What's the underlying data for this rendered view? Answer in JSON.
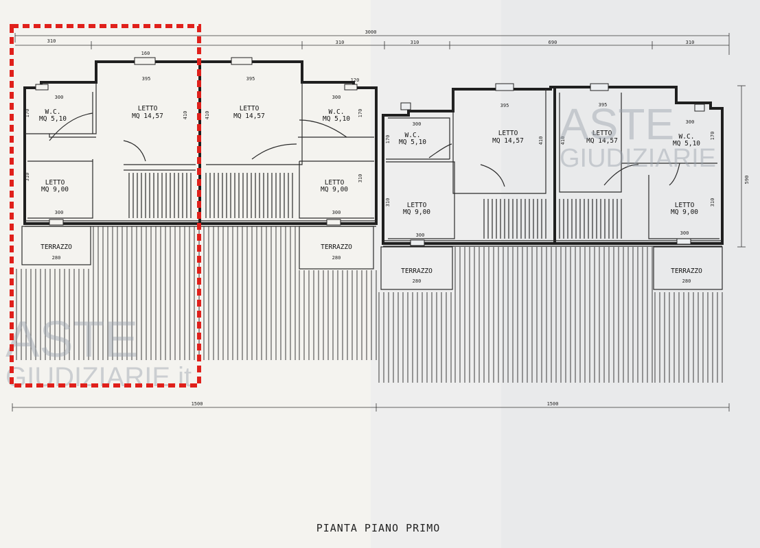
{
  "drawing": {
    "title": "PIANTA PIANO PRIMO",
    "overall_dims": {
      "top_total": "3000",
      "bottom_left": "1500",
      "bottom_right": "1500",
      "right_depth": "590"
    },
    "top_segments": [
      "310",
      "310",
      "310",
      "690",
      "310"
    ],
    "units": [
      {
        "bedroom_large": {
          "name": "LETTO",
          "area": "MQ 14,57",
          "width": "395",
          "depth": "410"
        },
        "wc": {
          "name": "W.C.",
          "area": "MQ 5,10",
          "width": "300",
          "depth": "170"
        },
        "bedroom_small": {
          "name": "LETTO",
          "area": "MQ 9,00",
          "width": "300",
          "depth": "310"
        },
        "terrace": {
          "name": "TERRAZZO",
          "width": "280"
        }
      },
      {
        "bedroom_large": {
          "name": "LETTO",
          "area": "MQ 14,57",
          "width": "395",
          "depth": "410"
        },
        "wc": {
          "name": "W.C.",
          "area": "MQ 5,10",
          "width": "300",
          "depth": "170"
        },
        "bedroom_small": {
          "name": "LETTO",
          "area": "MQ 9,00",
          "width": "300",
          "depth": "310"
        },
        "terrace": {
          "name": "TERRAZZO",
          "width": "280"
        }
      },
      {
        "bedroom_large": {
          "name": "LETTO",
          "area": "MQ 14,57",
          "width": "395",
          "depth": "410"
        },
        "wc": {
          "name": "W.C.",
          "area": "MQ 5,10",
          "width": "300",
          "depth": "170"
        },
        "bedroom_small": {
          "name": "LETTO",
          "area": "MQ 9,00",
          "width": "300",
          "depth": "310"
        },
        "terrace": {
          "name": "TERRAZZO",
          "width": "280"
        }
      },
      {
        "bedroom_large": {
          "name": "LETTO",
          "area": "MQ 14,57",
          "width": "395",
          "depth": "410"
        },
        "wc": {
          "name": "W.C.",
          "area": "MQ 5,10",
          "width": "300",
          "depth": "170"
        },
        "bedroom_small": {
          "name": "LETTO",
          "area": "MQ 9,00",
          "width": "300",
          "depth": "310"
        },
        "terrace": {
          "name": "TERRAZZO",
          "width": "280"
        }
      }
    ],
    "window_labels": [
      "160",
      "120"
    ],
    "highlight_color": "#e0201b"
  },
  "watermarks": [
    {
      "line1": "ASTE",
      "line2": "GIUDIZIARIE.it"
    },
    {
      "line1": "ASTE",
      "line2": "GIUDIZIARIE"
    }
  ]
}
